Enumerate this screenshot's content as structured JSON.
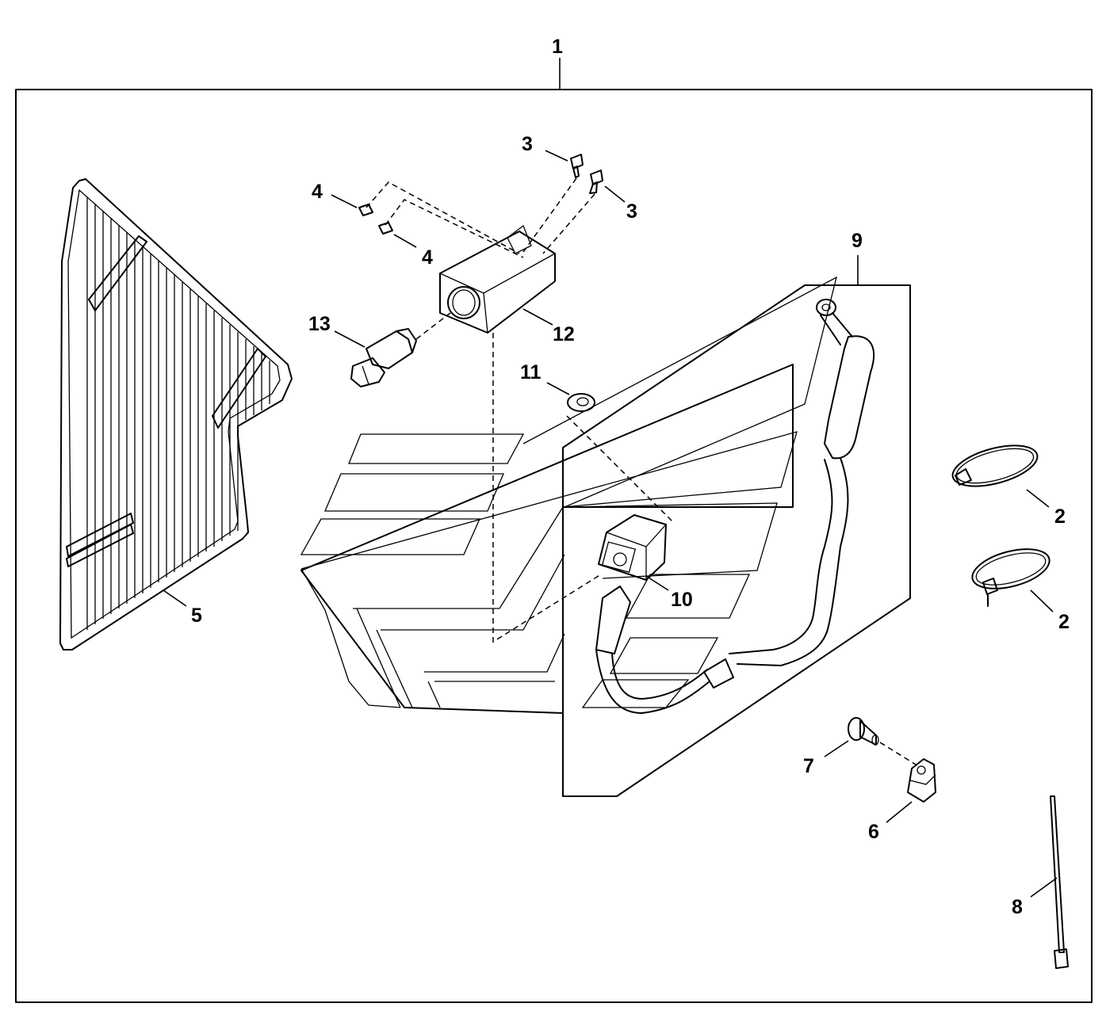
{
  "diagram": {
    "callouts": {
      "c1": "1",
      "c2a": "2",
      "c2b": "2",
      "c3a": "3",
      "c3b": "3",
      "c4a": "4",
      "c4b": "4",
      "c5": "5",
      "c6": "6",
      "c7": "7",
      "c8": "8",
      "c9": "9",
      "c10": "10",
      "c11": "11",
      "c12": "12",
      "c13": "13"
    }
  }
}
